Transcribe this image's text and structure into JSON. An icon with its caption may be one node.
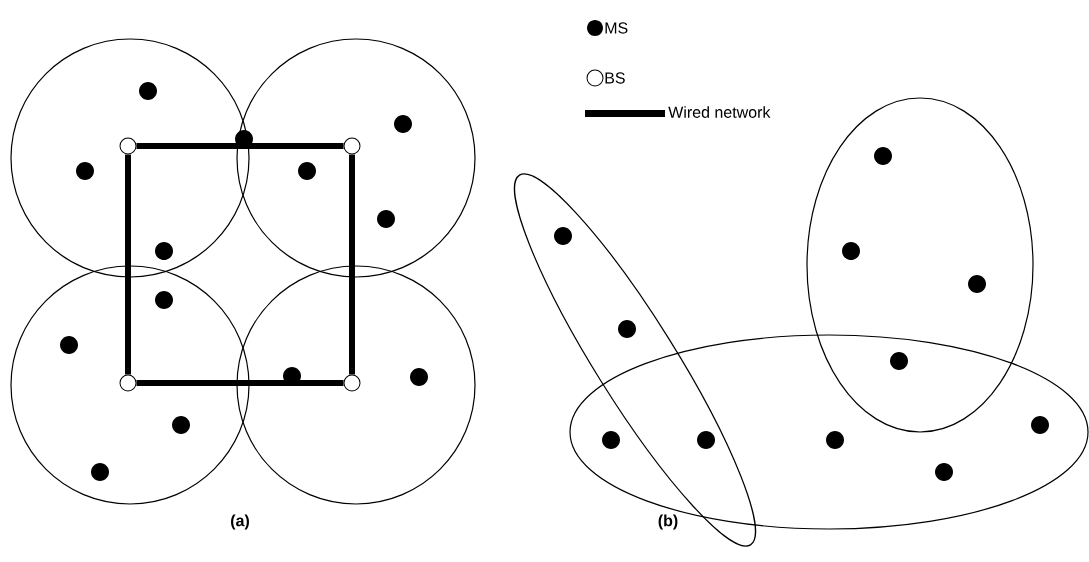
{
  "diagram": {
    "nodes": [
      {
        "text": [],
        "shape": "circle"
      },
      {
        "text": [],
        "shape": "circle"
      },
      {
        "text": [],
        "shape": "circle"
      },
      {
        "text": [],
        "shape": "circle"
      }
    ],
    "edges": [
      {
        "from": 0,
        "to": 1,
        "arrow": "none"
      },
      {
        "from": 0,
        "to": 2,
        "arrow": "none"
      },
      {
        "from": 1,
        "to": 3,
        "arrow": "none"
      },
      {
        "from": 2,
        "to": 3,
        "arrow": "none"
      }
    ],
    "labels": [
      "(a)",
      "(b)"
    ],
    "legend": [
      {
        "text": "MS"
      },
      {
        "text": "BS"
      },
      {
        "text": "Wired network"
      }
    ]
  }
}
